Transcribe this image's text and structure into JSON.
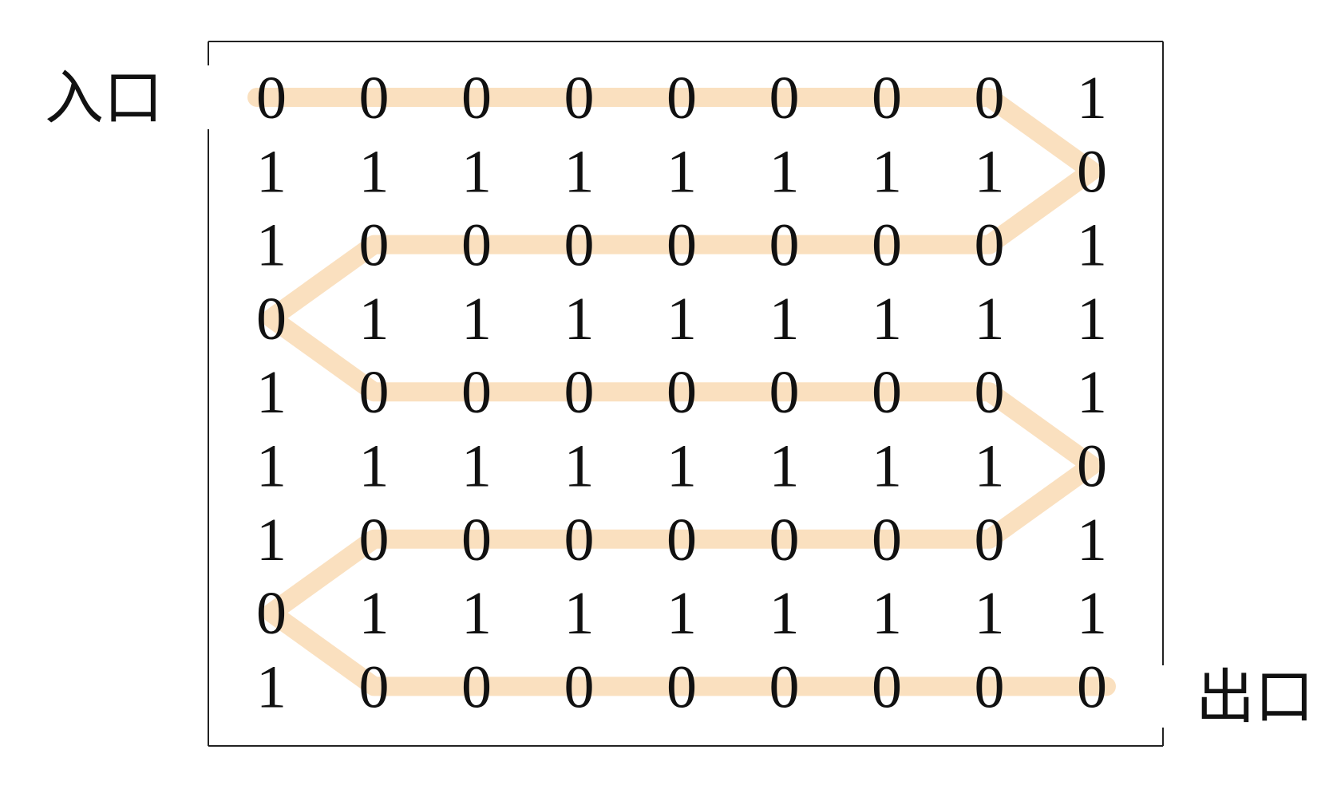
{
  "labels": {
    "entrance": "入口",
    "exit": "出口"
  },
  "colors": {
    "path": "#f5c68a",
    "frame": "#222222",
    "text": "#111111"
  },
  "maze": {
    "rows": [
      [
        "0",
        "0",
        "0",
        "0",
        "0",
        "0",
        "0",
        "0",
        "1"
      ],
      [
        "1",
        "1",
        "1",
        "1",
        "1",
        "1",
        "1",
        "1",
        "0"
      ],
      [
        "1",
        "0",
        "0",
        "0",
        "0",
        "0",
        "0",
        "0",
        "1"
      ],
      [
        "0",
        "1",
        "1",
        "1",
        "1",
        "1",
        "1",
        "1",
        "1"
      ],
      [
        "1",
        "0",
        "0",
        "0",
        "0",
        "0",
        "0",
        "0",
        "1"
      ],
      [
        "1",
        "1",
        "1",
        "1",
        "1",
        "1",
        "1",
        "1",
        "0"
      ],
      [
        "1",
        "0",
        "0",
        "0",
        "0",
        "0",
        "0",
        "0",
        "1"
      ],
      [
        "0",
        "1",
        "1",
        "1",
        "1",
        "1",
        "1",
        "1",
        "1"
      ],
      [
        "1",
        "0",
        "0",
        "0",
        "0",
        "0",
        "0",
        "0",
        "0"
      ]
    ],
    "path": [
      [
        0,
        0
      ],
      [
        0,
        1
      ],
      [
        0,
        2
      ],
      [
        0,
        3
      ],
      [
        0,
        4
      ],
      [
        0,
        5
      ],
      [
        0,
        6
      ],
      [
        0,
        7
      ],
      [
        1,
        8
      ],
      [
        2,
        7
      ],
      [
        2,
        6
      ],
      [
        2,
        5
      ],
      [
        2,
        4
      ],
      [
        2,
        3
      ],
      [
        2,
        2
      ],
      [
        2,
        1
      ],
      [
        3,
        0
      ],
      [
        4,
        1
      ],
      [
        4,
        2
      ],
      [
        4,
        3
      ],
      [
        4,
        4
      ],
      [
        4,
        5
      ],
      [
        4,
        6
      ],
      [
        4,
        7
      ],
      [
        5,
        8
      ],
      [
        6,
        7
      ],
      [
        6,
        6
      ],
      [
        6,
        5
      ],
      [
        6,
        4
      ],
      [
        6,
        3
      ],
      [
        6,
        2
      ],
      [
        6,
        1
      ],
      [
        7,
        0
      ],
      [
        8,
        1
      ],
      [
        8,
        2
      ],
      [
        8,
        3
      ],
      [
        8,
        4
      ],
      [
        8,
        5
      ],
      [
        8,
        6
      ],
      [
        8,
        7
      ],
      [
        8,
        8
      ]
    ]
  }
}
